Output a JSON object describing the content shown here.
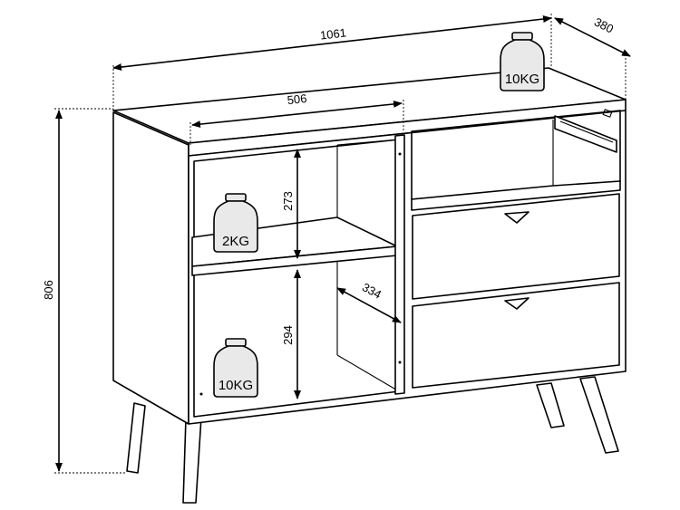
{
  "dimensions": {
    "width": "1061",
    "depth": "380",
    "height": "806",
    "upper_width": "506",
    "upper_shelf_height": "273",
    "lower_shelf_height": "294",
    "shelf_depth": "334"
  },
  "load_labels": {
    "top": "10KG",
    "shelf": "2KG",
    "bottom": "10KG"
  }
}
